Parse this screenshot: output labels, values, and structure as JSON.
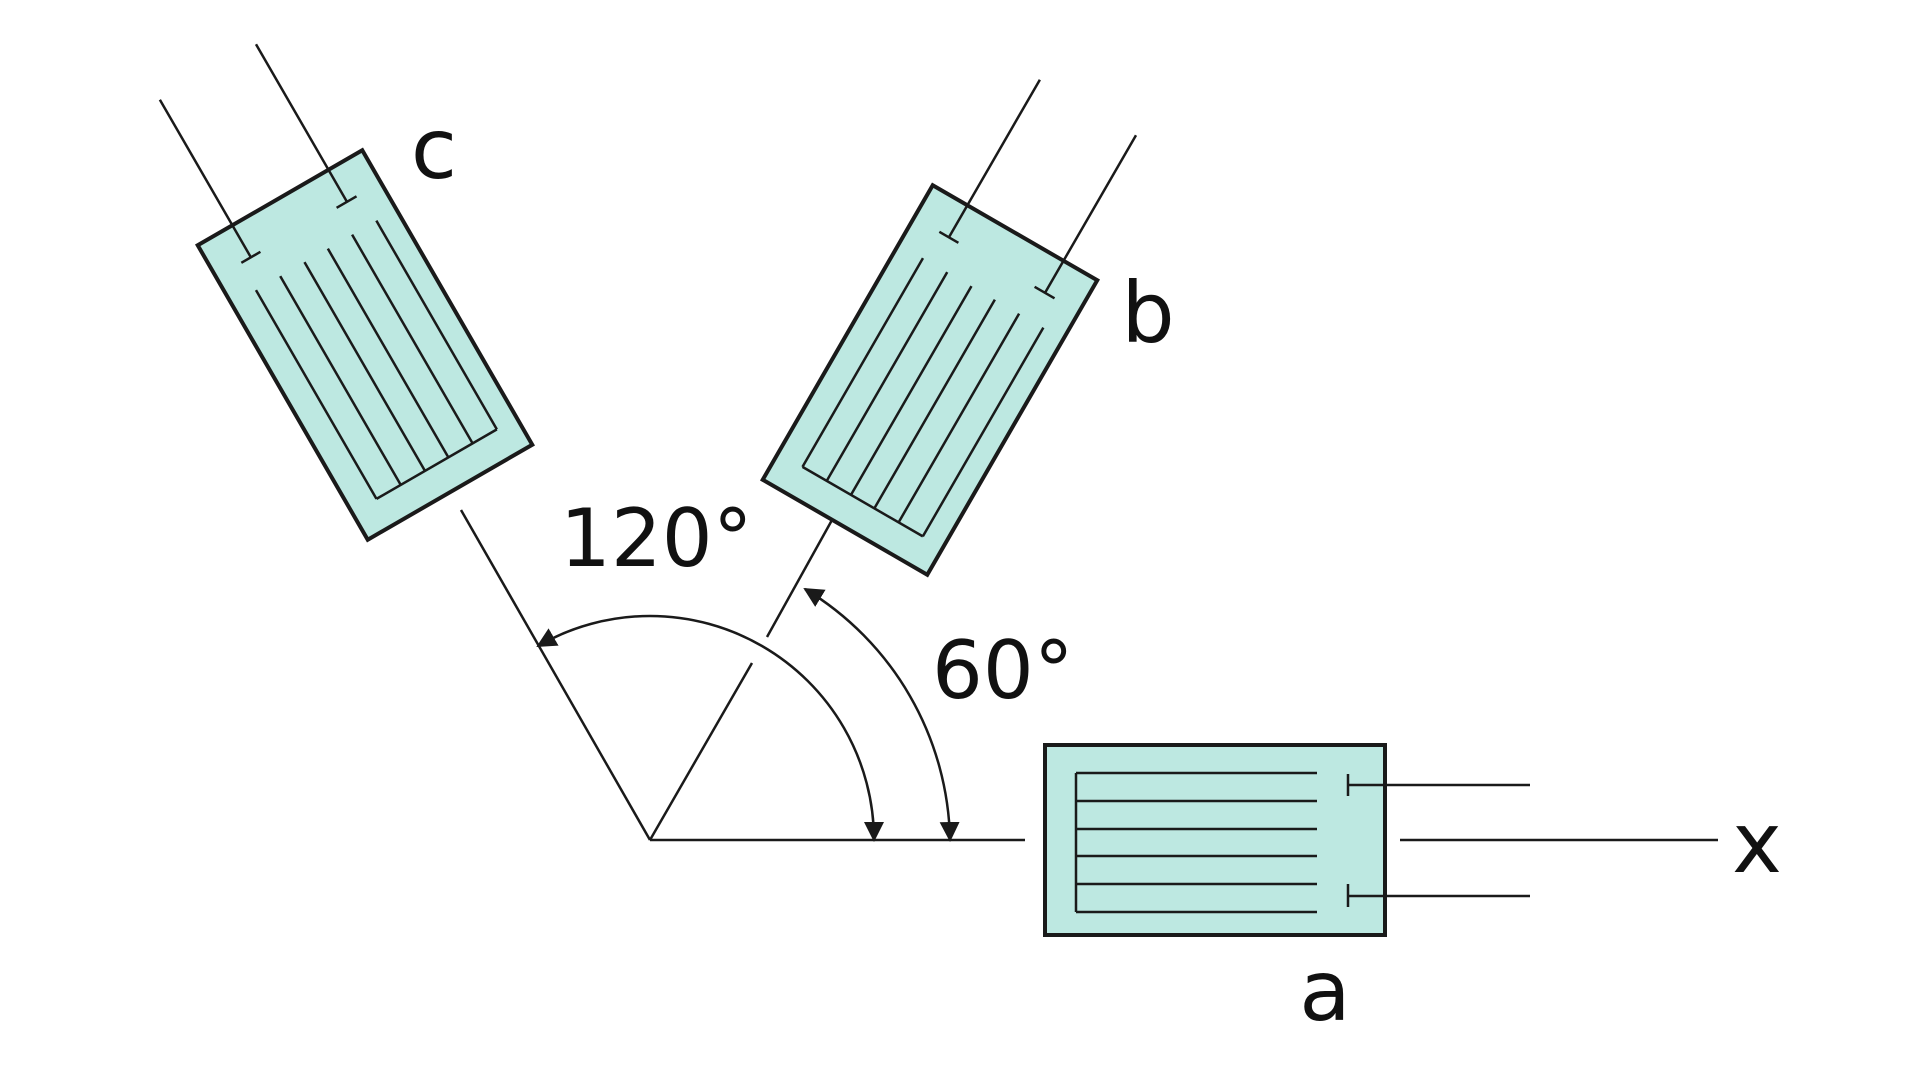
{
  "labels": {
    "gauge_a": "a",
    "gauge_b": "b",
    "gauge_c": "c",
    "x_axis": "x",
    "angle_60": "60°",
    "angle_120": "120°"
  },
  "colors": {
    "gauge_fill": "#bde8e1",
    "stroke": "#1a1a1a",
    "text": "#111111"
  },
  "angles_deg": {
    "gauge_a": 0,
    "gauge_b": 60,
    "gauge_c": 120
  }
}
